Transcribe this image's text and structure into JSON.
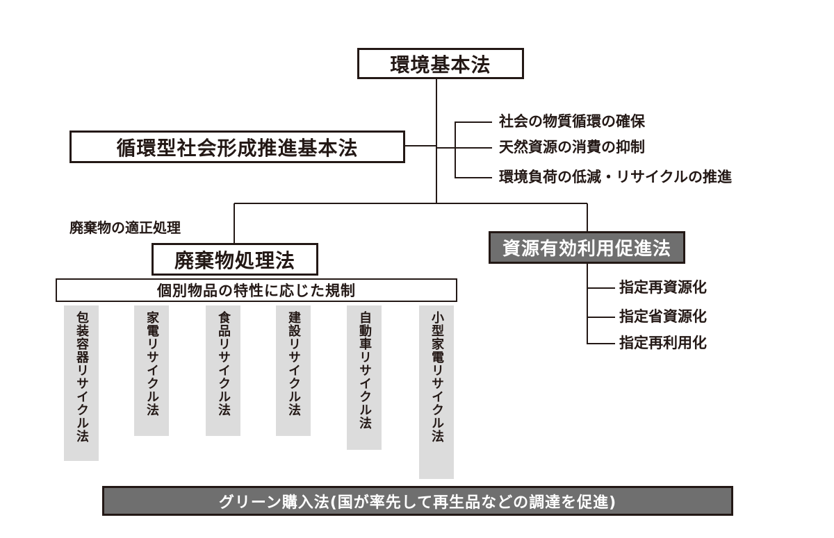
{
  "top": {
    "title": "環境基本法"
  },
  "junkan": {
    "title": "循環型社会形成推進基本法",
    "principles": [
      "社会の物質循環の確保",
      "天然資源の消費の抑制",
      "環境負荷の低減・リサイクルの推進"
    ]
  },
  "waste": {
    "purpose": "廃棄物の適正処理",
    "title": "廃棄物処理法",
    "regulation_title": "個別物品の特性に応じた規制",
    "laws": [
      "包装容器リサイクル法",
      "家電リサイクル法",
      "食品リサイクル法",
      "建設リサイクル法",
      "自動車リサイクル法",
      "小型家電リサイクル法"
    ]
  },
  "resource": {
    "title": "資源有効利用促進法",
    "items": [
      "指定再資源化",
      "指定省資源化",
      "指定再利用化"
    ]
  },
  "green": {
    "title": "グリーン購入法(国が率先して再生品などの調達を促進)"
  },
  "colors": {
    "line": "#231815",
    "dark_box": "#6f6f6f",
    "column_bg": "#dcdcdc"
  }
}
